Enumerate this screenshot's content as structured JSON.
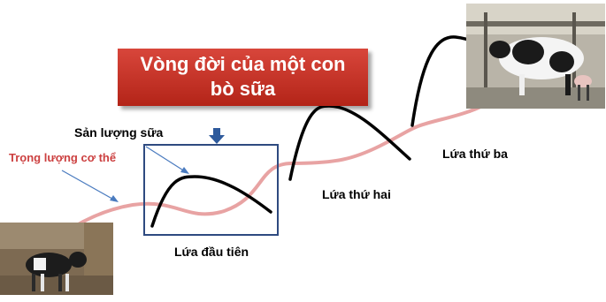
{
  "title": {
    "line1": "Vòng đời của một con",
    "line2": "bò sữa"
  },
  "labels": {
    "milk_yield": "Sản lượng sữa",
    "body_weight": "Trọng lượng cơ thể",
    "first_lactation": "Lứa đầu tiên",
    "second_lactation": "Lứa thứ hai",
    "third_lactation": "Lứa thứ ba"
  },
  "colors": {
    "title_fill": "#c0362a",
    "body_weight_curve": "#e8a3a3",
    "body_weight_text": "#cc4040",
    "milk_curve": "#000000",
    "pointer_arrow": "#4a7bbf",
    "highlight_box": "#2e4a80"
  },
  "icons": {
    "calf_photo": "calf-photo-icon",
    "cow_photo": "dairy-cow-photo-icon"
  }
}
